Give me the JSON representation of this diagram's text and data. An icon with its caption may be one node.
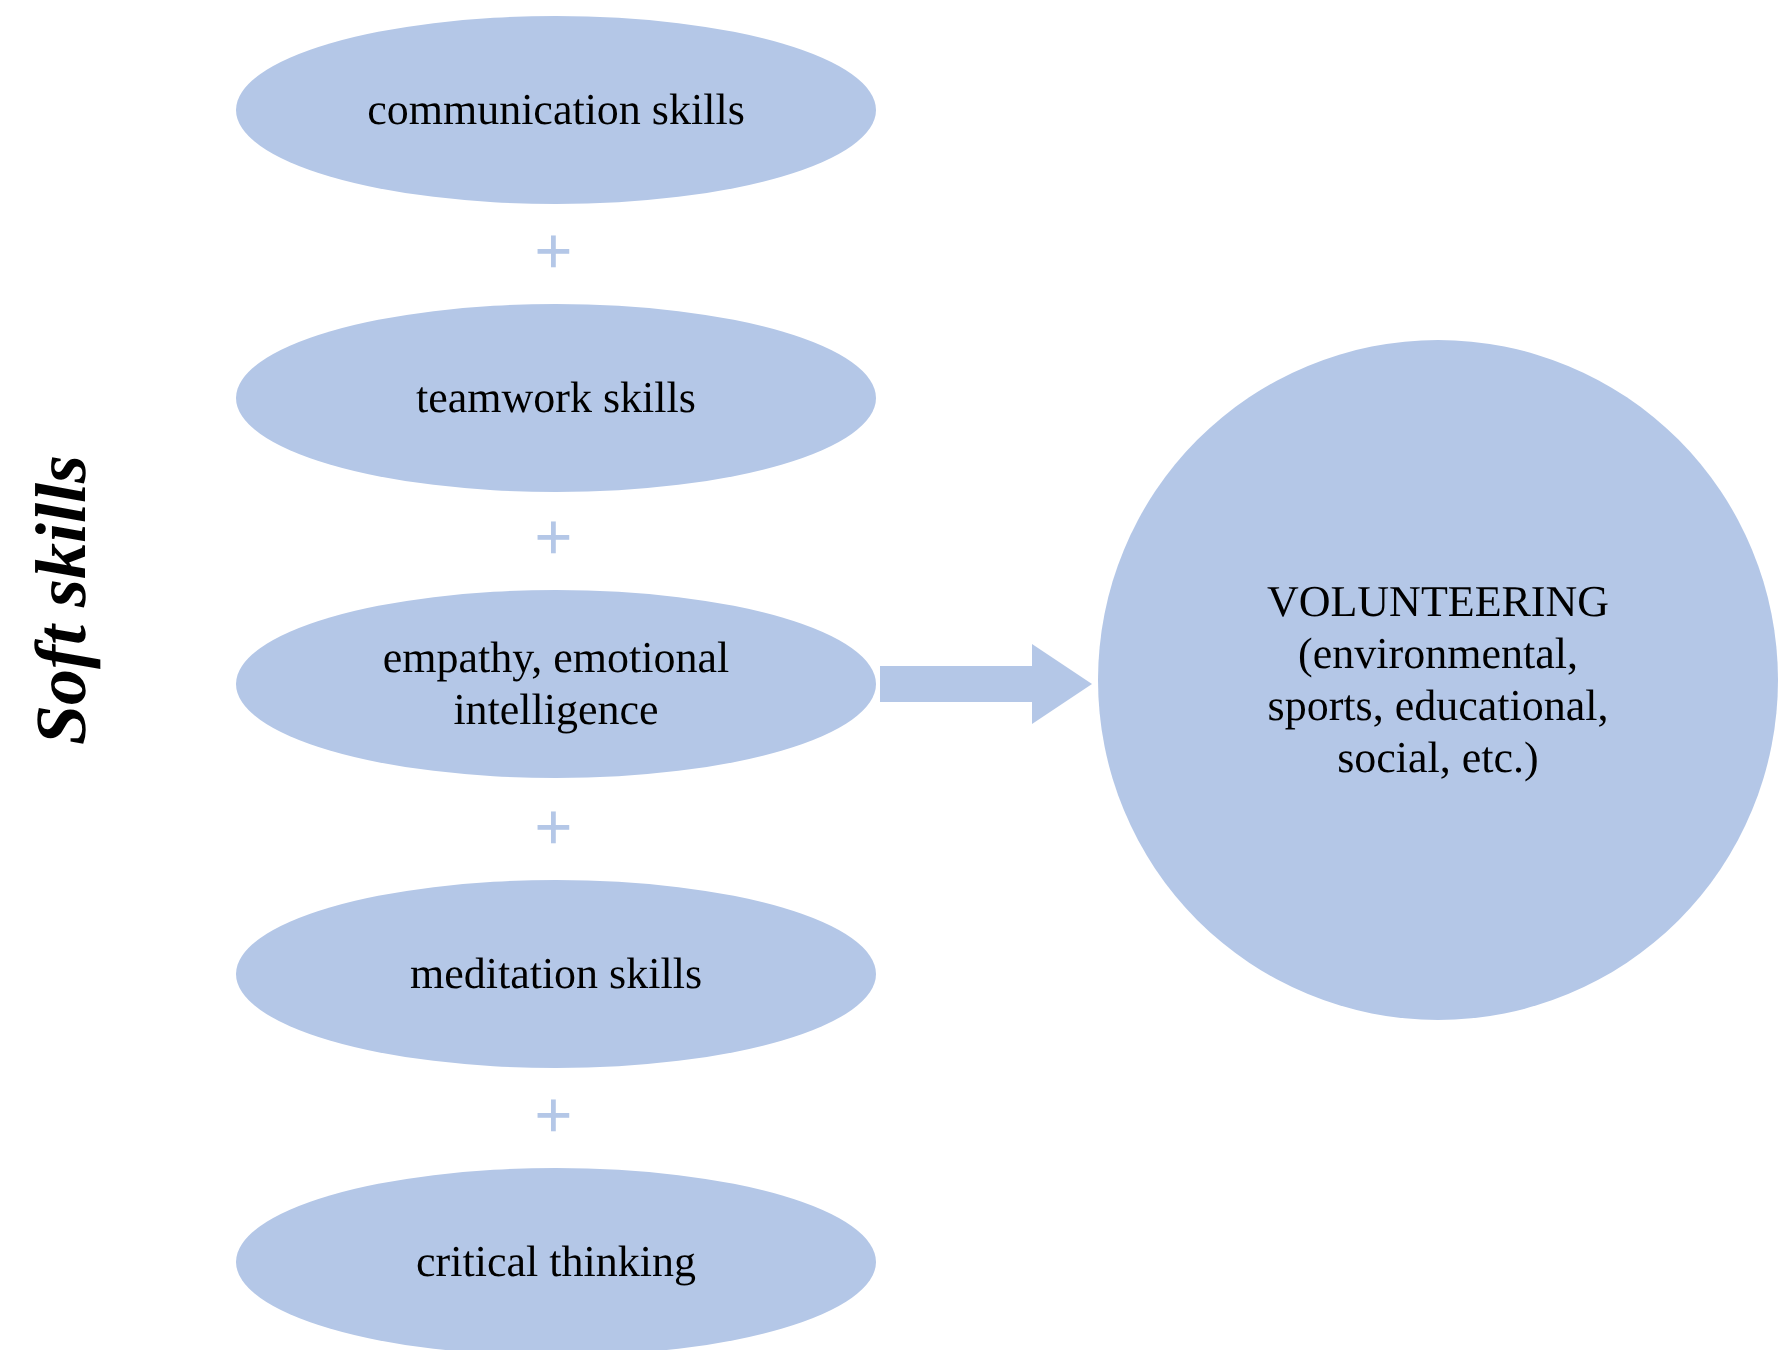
{
  "diagram": {
    "title": "Soft skills",
    "nodes": [
      {
        "text": [
          "communication skills"
        ]
      },
      {
        "text": [
          "teamwork skills"
        ]
      },
      {
        "text": [
          "empathy, emotional intelligence"
        ]
      },
      {
        "text": [
          "meditation skills"
        ]
      },
      {
        "text": [
          "critical thinking"
        ]
      },
      {
        "text": [
          "VOLUNTEERING (environmental, sports, educational, social, etc.)"
        ]
      }
    ],
    "edges": [
      {
        "from": 2,
        "to": 5,
        "arrow": "to"
      }
    ],
    "labels": [
      "+",
      "+",
      "+",
      "+"
    ]
  }
}
